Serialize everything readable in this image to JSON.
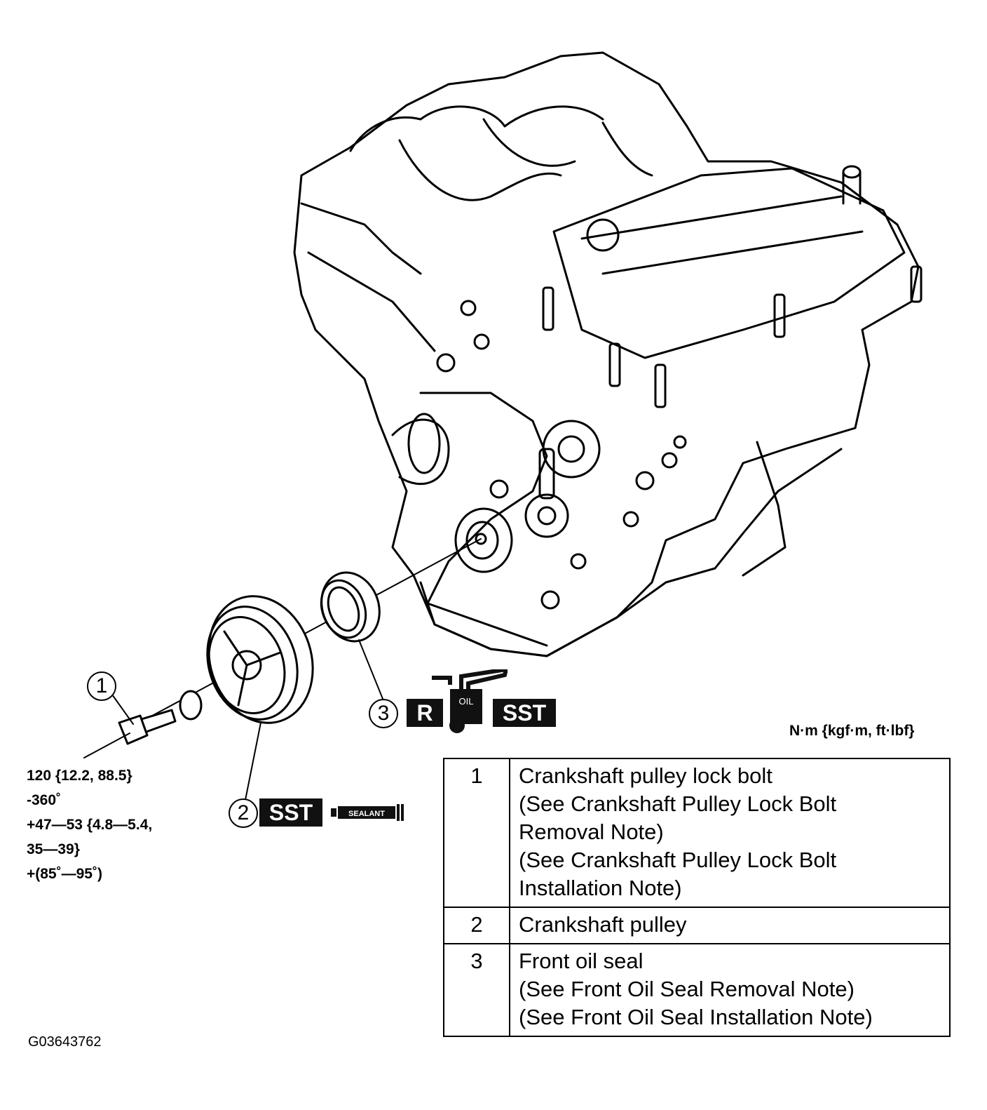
{
  "callouts": [
    "1",
    "2",
    "3"
  ],
  "tags": {
    "reuse": "R",
    "sst": "SST",
    "oil": "OIL",
    "sealant": "SEALANT"
  },
  "units": "N·m {kgf·m, ft·lbf}",
  "torque_spec": [
    "120 {12.2, 88.5}",
    "-360˚",
    "+47—53 {4.8—5.4,",
    "35—39}",
    "+(85˚—95˚)"
  ],
  "figure_id": "G03643762",
  "parts_table": [
    {
      "num": "1",
      "lines": [
        "Crankshaft pulley lock bolt",
        "(See Crankshaft Pulley Lock Bolt",
        "Removal Note)",
        "(See Crankshaft Pulley Lock Bolt",
        "Installation Note)"
      ]
    },
    {
      "num": "2",
      "lines": [
        "Crankshaft pulley"
      ]
    },
    {
      "num": "3",
      "lines": [
        "Front oil seal",
        "(See Front Oil Seal Removal Note)",
        "(See Front Oil Seal Installation Note)"
      ]
    }
  ]
}
